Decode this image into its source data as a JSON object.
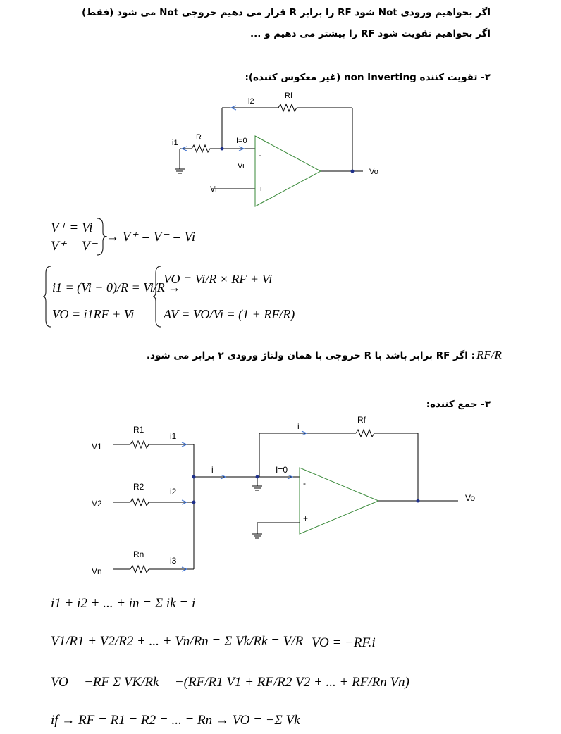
{
  "text": {
    "line1": "اگر بخواهیم ورودی Not شود RF را برابر R قرار می دهیم خروجی Not می شود (فقط)",
    "line2": "اگر بخواهیم تقویت شود RF را بیشتر می دهیم و ...",
    "section2_heading": "۲- تقویت کننده non Inverting (غیر معکوس کننده):",
    "note": ": اگر RF برابر باشد با R خروجی با همان ولتاژ ورودی ۲ برابر می شود.",
    "section3_heading": "۳- جمع کننده:"
  },
  "circuit1": {
    "labels": {
      "i2": "i2",
      "rf": "Rf",
      "r": "R",
      "i1": "i1",
      "i0": "I=0",
      "vi_node": "Vi",
      "vi_in": "Vi",
      "vo": "Vo",
      "minus": "-",
      "plus": "+"
    }
  },
  "circuit2": {
    "labels": {
      "rf": "Rf",
      "i_top": "i",
      "r1": "R1",
      "i1": "i1",
      "v1": "V1",
      "i_mid": "i",
      "i0": "I=0",
      "r2": "R2",
      "i2": "i2",
      "v2": "V2",
      "rn": "Rn",
      "i3": "i3",
      "vn": "Vn",
      "vo": "Vo",
      "minus": "-",
      "plus": "+"
    }
  },
  "equations": {
    "eq1a": "V⁺ = Vi",
    "eq1b": "V⁺ = V⁻",
    "eq1c": "→ V⁺ = V⁻ = Vi",
    "eq2": "i1 = (Vi − 0)/R = Vi/R →",
    "eq3": "VO = i1RF + Vi",
    "eq4": "VO = Vi/R × RF + Vi",
    "eq5": "AV = VO/Vi = (1 + RF/R)",
    "eq_note_frac": "RF/R",
    "eq6": "i1 + i2 + ... + in = Σ ik = i",
    "eq7": "V1/R1 + V2/R2 + ... + Vn/Rn = Σ Vk/Rk = V/R",
    "eq8": "VO = −RF.i",
    "eq9": "VO = −RF Σ VK/Rk = −(RF/R1 V1 + RF/R2 V2 + ... + RF/Rn Vn)",
    "eq10": "if → RF = R1 = R2 = ... = Rn → VO = −Σ Vk"
  }
}
